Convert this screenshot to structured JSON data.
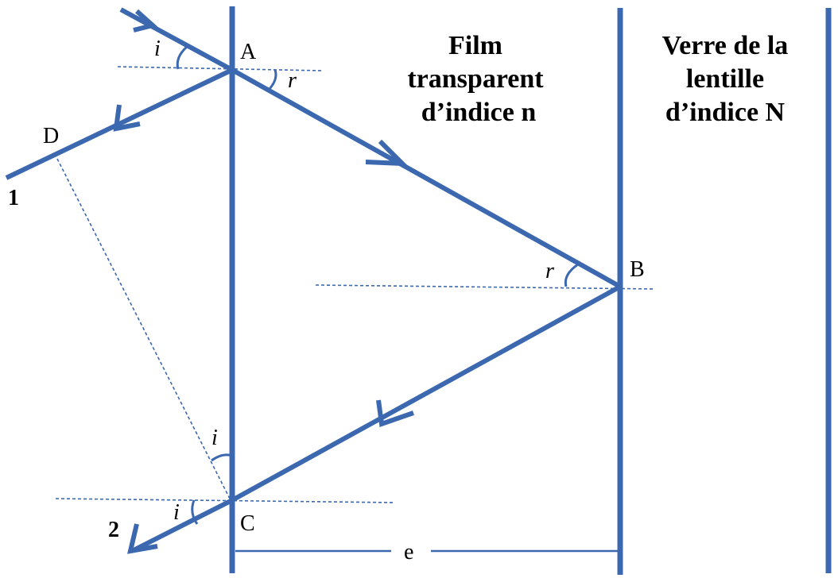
{
  "labels": {
    "point_a": "A",
    "point_b": "B",
    "point_c": "C",
    "point_d": "D",
    "ray_1": "1",
    "ray_2": "2",
    "angle_i": "i",
    "angle_r": "r",
    "thickness": "e"
  },
  "regions": {
    "film_lines": [
      "Film",
      "transparent",
      "d’indice n"
    ],
    "glass_lines": [
      "Verre de la",
      "lentille",
      "d’indice N"
    ]
  },
  "colors": {
    "ray": "#3c68b0",
    "text": "#000000"
  }
}
